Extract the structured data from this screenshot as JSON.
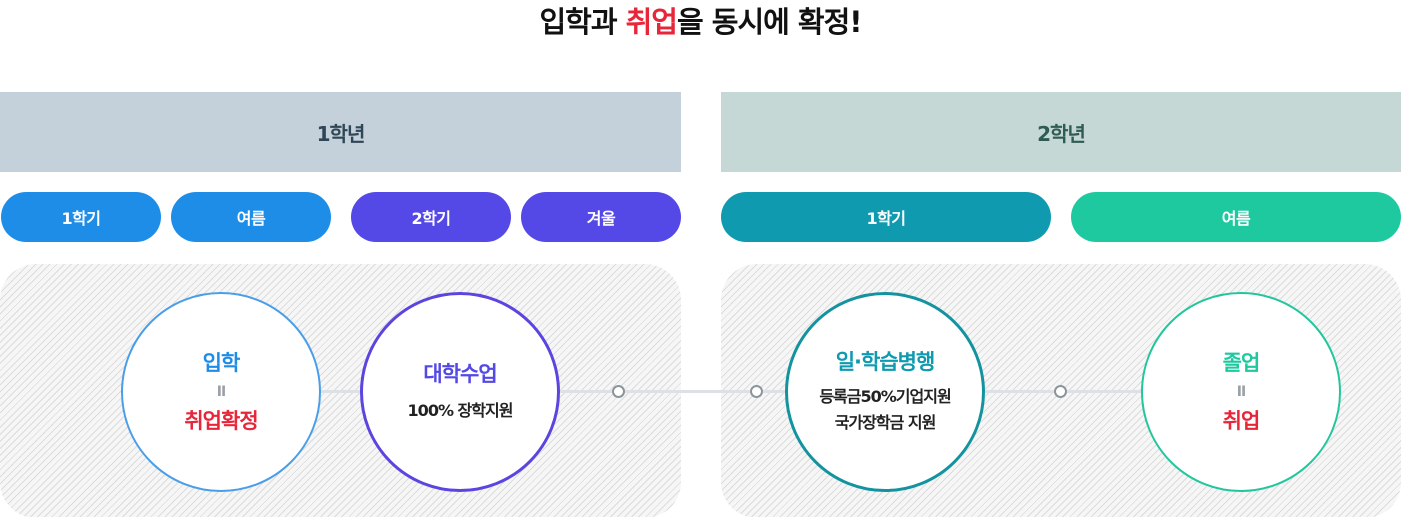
{
  "header": {
    "title_prefix": "입학과 ",
    "title_highlight": "취업",
    "title_suffix": "을 동시에 확정!"
  },
  "years": [
    {
      "label": "1학년"
    },
    {
      "label": "2학년"
    }
  ],
  "terms": [
    {
      "label": "1학기",
      "color": "#1e8de8"
    },
    {
      "label": "여름",
      "color": "#1e8de8"
    },
    {
      "label": "2학기",
      "color": "#5448e6"
    },
    {
      "label": "겨울",
      "color": "#5448e6"
    },
    {
      "label": "1학기",
      "color": "#0f9aaf"
    },
    {
      "label": "여름",
      "color": "#1fc9a0"
    }
  ],
  "stages": [
    {
      "title": "입학",
      "eq": "II",
      "result": "취업확정",
      "title_color": "#1e8de8"
    },
    {
      "title": "대학수업",
      "sub": "100% 장학지원",
      "title_color": "#5448e6"
    },
    {
      "title": "일·학습병행",
      "sub1": "등록금50%기업지원",
      "sub2": "국가장학금 지원",
      "title_color": "#0f9aaf"
    },
    {
      "title": "졸업",
      "eq": "II",
      "result": "취업",
      "title_color": "#1fc9a0"
    }
  ]
}
